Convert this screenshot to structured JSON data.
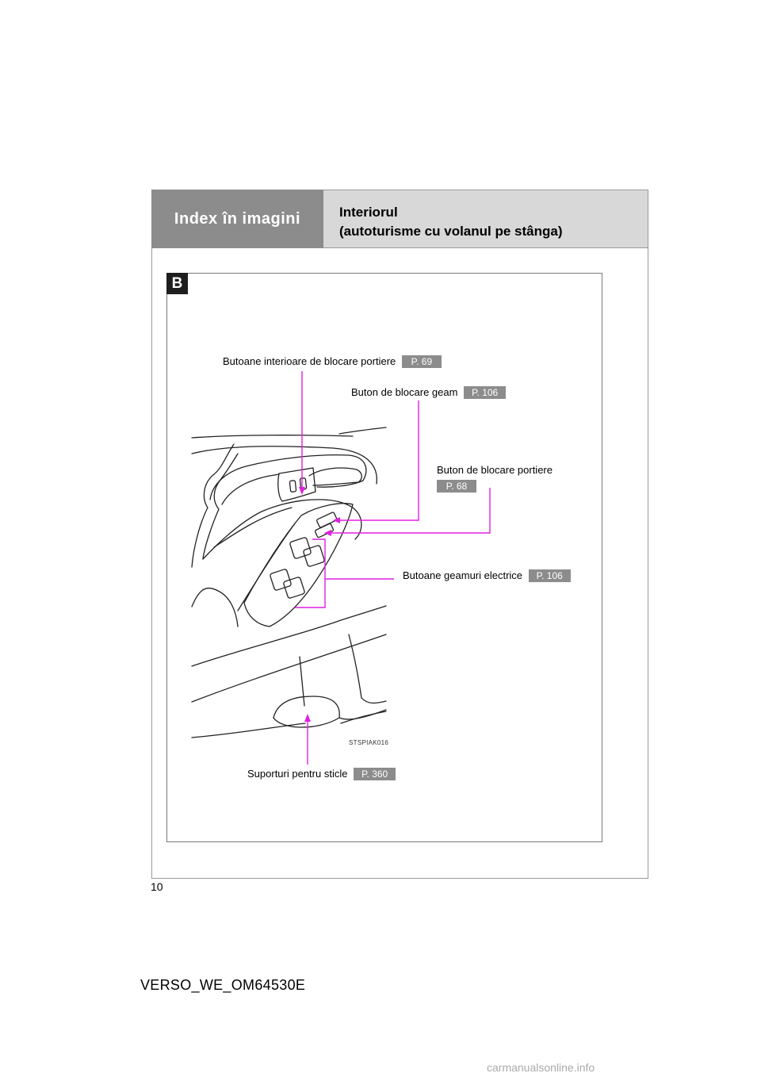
{
  "header": {
    "section_title": "Index în imagini",
    "page_title_line1": "Interiorul",
    "page_title_line2": "(autoturisme cu volanul pe stânga)"
  },
  "figure": {
    "badge": "B",
    "image_code": "STSPIAK016",
    "callouts": [
      {
        "label": "Butoane interioare de blocare portiere",
        "page_ref": "P. 69"
      },
      {
        "label": "Buton de blocare geam",
        "page_ref": "P. 106"
      },
      {
        "label": "Buton de blocare portiere",
        "page_ref": "P. 68"
      },
      {
        "label": "Butoane geamuri electrice",
        "page_ref": "P. 106"
      },
      {
        "label": "Suporturi pentru sticle",
        "page_ref": "P. 360"
      }
    ]
  },
  "page_number": "10",
  "document_code": "VERSO_WE_OM64530E",
  "footer_url": "carmanualsonline.info",
  "colors": {
    "leader_line": "#e020e0",
    "header_dark": "#8c8c8c",
    "header_light": "#d8d8d8"
  }
}
